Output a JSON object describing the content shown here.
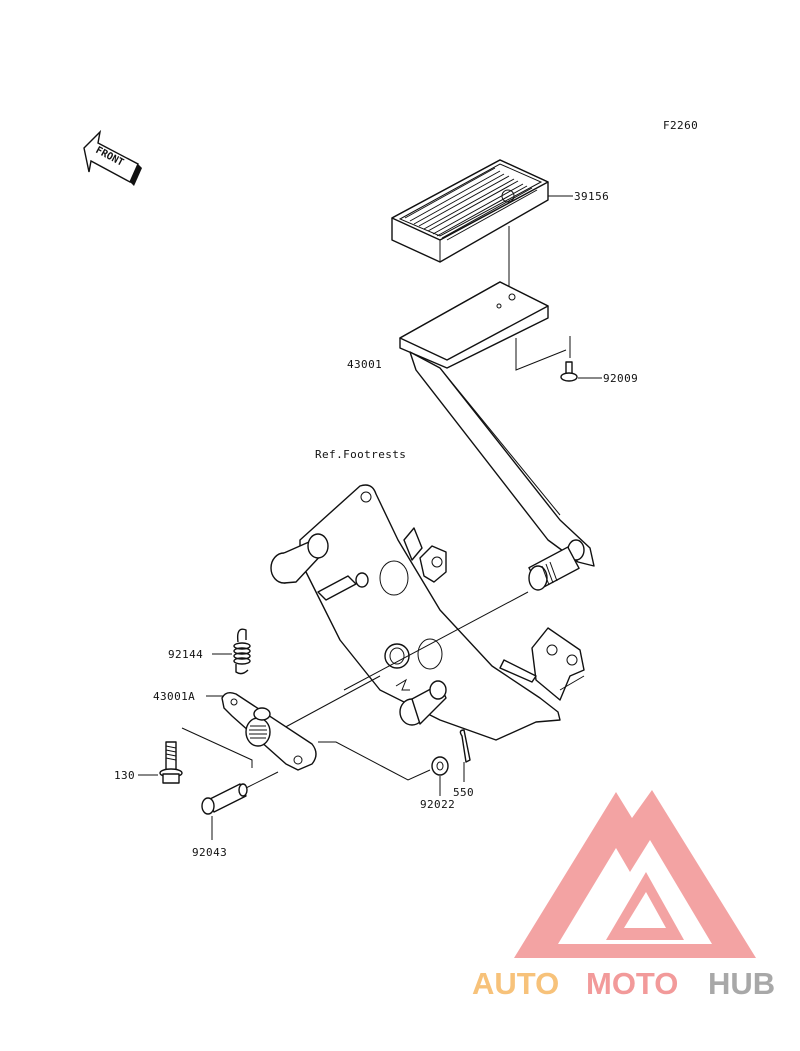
{
  "diagram": {
    "figure_code": "F2260",
    "front_marker": "FRONT",
    "reference_label": "Ref.Footrests",
    "callouts": {
      "pedal_pad": "39156",
      "pedal": "43001",
      "screw": "92009",
      "spring": "92144",
      "lever": "43001A",
      "bolt": "130",
      "pin": "92043",
      "washer": "92022",
      "cotter_pin": "550"
    }
  },
  "watermark": {
    "word_part1": "AUTO",
    "word_part2": "MOTO",
    "word_part3": "HUB",
    "colors": {
      "triangle": "#f29a9a",
      "part1": "#f7c27a",
      "part2": "#f29a9a",
      "part3": "#a8a8a8"
    }
  }
}
